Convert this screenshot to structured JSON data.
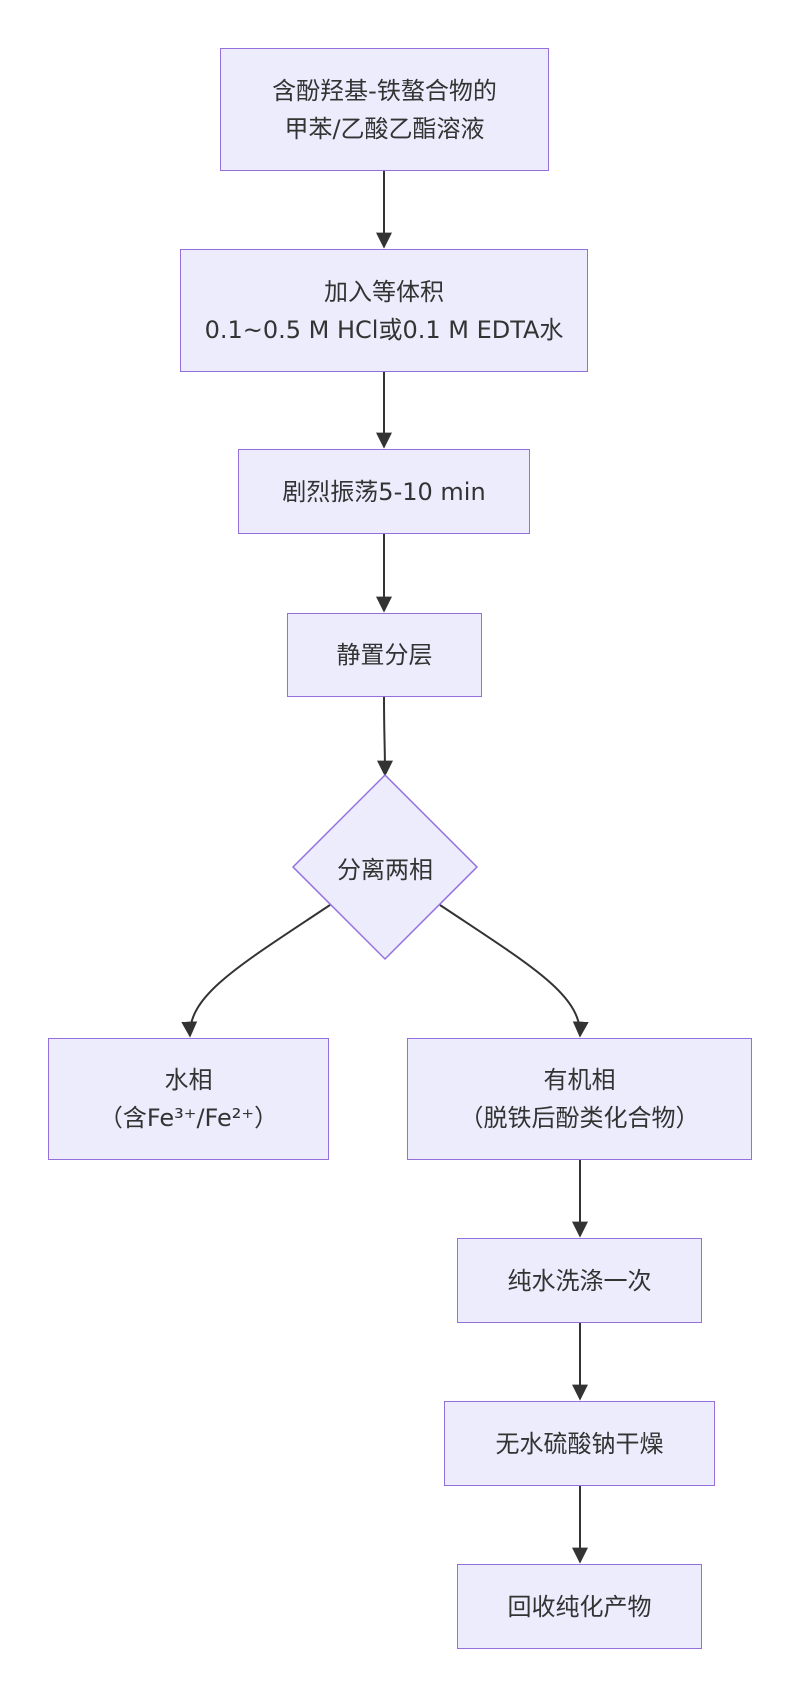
{
  "diagram": {
    "nodes": {
      "start": {
        "line1": "含酚羟基-铁螯合物的",
        "line2": "甲苯/乙酸乙酯溶液"
      },
      "add": {
        "line1": "加入等体积",
        "line2": "0.1~0.5 M HCl或0.1 M EDTA水"
      },
      "shake": {
        "label": "剧烈振荡5-10 min"
      },
      "settle": {
        "label": "静置分层"
      },
      "separate": {
        "label": "分离两相"
      },
      "aqueous": {
        "line1": "水相",
        "line2": "（含Fe³⁺/Fe²⁺）"
      },
      "organic": {
        "line1": "有机相",
        "line2": "（脱铁后酚类化合物）"
      },
      "wash": {
        "label": "纯水洗涤一次"
      },
      "dry": {
        "label": "无水硫酸钠干燥"
      },
      "recover": {
        "label": "回收纯化产物"
      }
    },
    "colors": {
      "node_fill": "#ececfd",
      "node_stroke": "#9370db",
      "edge": "#333333",
      "text": "#333333"
    }
  }
}
